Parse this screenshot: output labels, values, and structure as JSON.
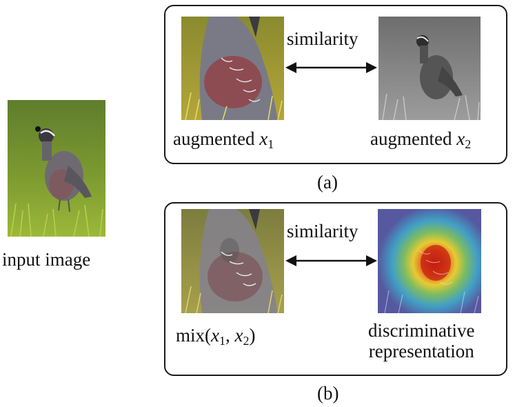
{
  "input": {
    "label": "input image"
  },
  "panel_a": {
    "left_caption": "augmented",
    "left_var": "x",
    "left_sub": "1",
    "right_caption": "augmented",
    "right_var": "x",
    "right_sub": "2",
    "arrow_label": "similarity",
    "panel_label": "(a)"
  },
  "panel_b": {
    "mix_prefix": "mix(",
    "mix_var1": "x",
    "mix_sub1": "1",
    "mix_sep": ", ",
    "mix_var2": "x",
    "mix_sub2": "2",
    "mix_suffix": ")",
    "right_caption_line1": "discriminative",
    "right_caption_line2": "representation",
    "arrow_label": "similarity",
    "panel_label": "(b)"
  },
  "colors": {
    "grass": "#7a9a2c",
    "bird_body": "#6f6a72",
    "bird_breast": "#8b4a4a",
    "gray_bg": "#8a8a8a",
    "heat_core": "#d42a12",
    "heat_mid": "#f3d21c",
    "heat_outer": "#3fa6c9",
    "heat_bg": "#5b5a9a"
  }
}
